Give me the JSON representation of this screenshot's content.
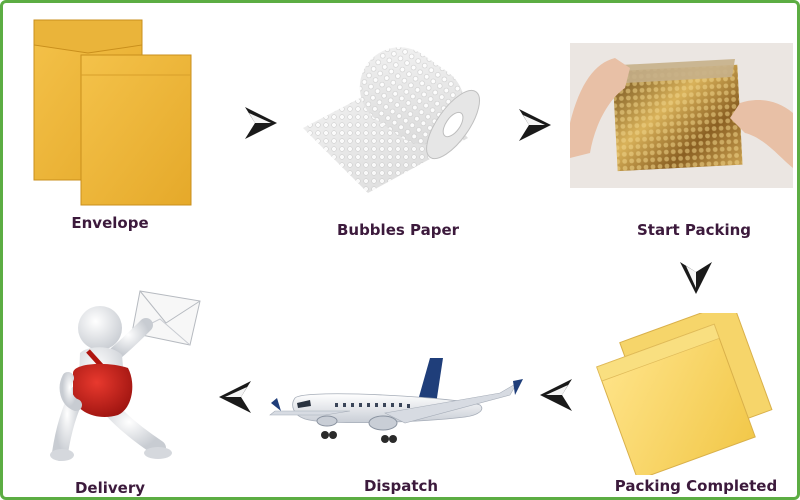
{
  "steps": [
    {
      "label": "Envelope",
      "icon": "envelope-icon"
    },
    {
      "label": "Bubbles Paper",
      "icon": "bubble-wrap-roll-icon"
    },
    {
      "label": "Start Packing",
      "icon": "gold-bubble-mailer-hands-icon"
    },
    {
      "label": "Packing Completed",
      "icon": "padded-mailer-icon"
    },
    {
      "label": "Dispatch",
      "icon": "airplane-icon"
    },
    {
      "label": "Delivery",
      "icon": "delivery-man-icon"
    }
  ],
  "colors": {
    "border": "#5cad43",
    "label_text": "#3c1a3c",
    "arrow": "#1a1a1a"
  }
}
